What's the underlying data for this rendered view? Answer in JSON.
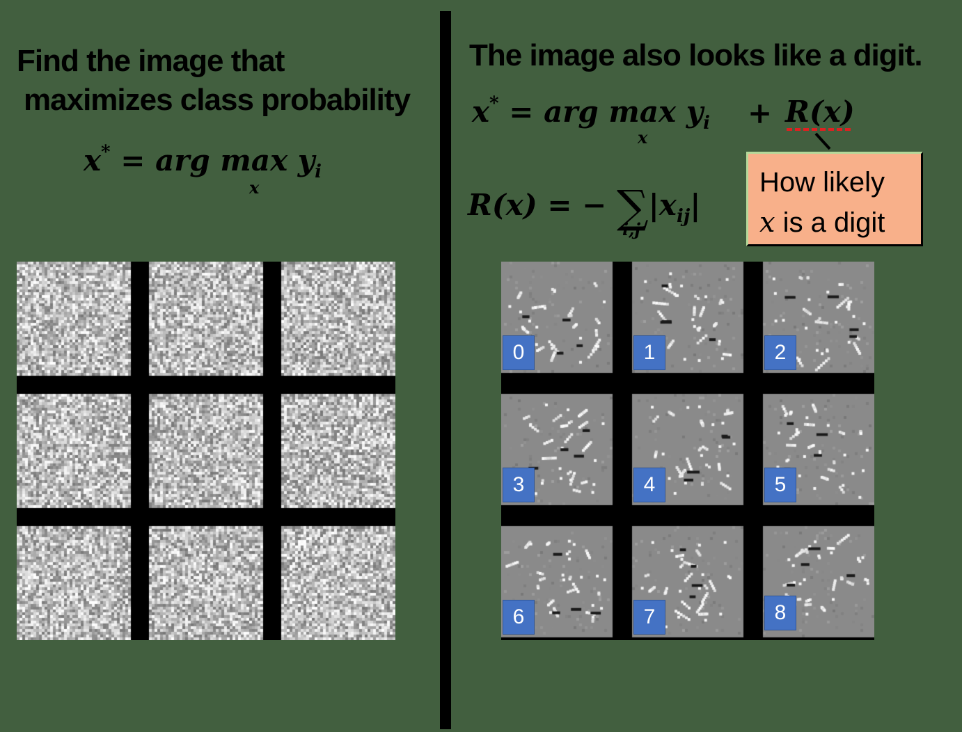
{
  "left": {
    "heading_line1": "Find the image that",
    "heading_line2": "maximizes class probability",
    "formula": {
      "var": "x",
      "star": "*",
      "eq": " = ",
      "op": "arg max",
      "under": "x",
      "target": "y",
      "target_sub": "i"
    },
    "noise_seeds": [
      11,
      23,
      37,
      41,
      53,
      67,
      79,
      83,
      97
    ]
  },
  "right": {
    "heading": "The image also looks like a digit.",
    "formula1": {
      "var": "x",
      "star": "*",
      "eq": " = ",
      "op": "arg max",
      "under": "x",
      "target": "y",
      "target_sub": "i",
      "plus": "+",
      "reg": "R(x)"
    },
    "formula2": {
      "lhs": "R(x)",
      "eq": " = −",
      "sum": "∑",
      "sum_under": "i,j",
      "body": "|x",
      "body_sub": "ij",
      "close": "|"
    },
    "callout": {
      "line1": "How likely",
      "line2_var": "x",
      "line2_rest": " is a digit"
    },
    "labels": [
      "0",
      "1",
      "2",
      "3",
      "4",
      "5",
      "6",
      "7",
      "8"
    ],
    "sparse_seeds": [
      5,
      17,
      29,
      31,
      43,
      59,
      61,
      71,
      89
    ]
  },
  "colors": {
    "background": "#425f3f",
    "label_fill": "#4472c4",
    "callout_fill": "#f8b08a",
    "underline": "#e02020"
  }
}
